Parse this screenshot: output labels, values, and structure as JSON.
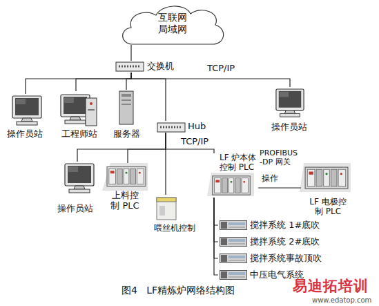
{
  "diagram": {
    "caption": "图4   LF精炼炉网络结构图",
    "nodes": [
      {
        "text": [
          "互联网 局域网"
        ]
      },
      {
        "text": [
          "交换机"
        ]
      },
      {
        "text": [
          "操作员站"
        ]
      },
      {
        "text": [
          "工程师站"
        ]
      },
      {
        "text": [
          "服务器"
        ]
      },
      {
        "text": [
          "Hub"
        ]
      },
      {
        "text": [
          "操作员站"
        ]
      },
      {
        "text": [
          "操作员站"
        ]
      },
      {
        "text": [
          "上料控 制 PLC"
        ]
      },
      {
        "text": [
          "喂丝机控制"
        ]
      },
      {
        "text": [
          "LF 炉本体 控制 PLC"
        ]
      },
      {
        "text": [
          "LF 电极控 制 PLC"
        ]
      },
      {
        "text": [
          "搅拌系统 1#底吹"
        ]
      },
      {
        "text": [
          "搅拌系统 2#底吹"
        ]
      },
      {
        "text": [
          "搅拌系统事故顶吹"
        ]
      },
      {
        "text": [
          "中压电气系统"
        ]
      }
    ],
    "edges": [
      {
        "from": 0,
        "to": 1,
        "arrow": "none"
      },
      {
        "from": 1,
        "to": 2,
        "arrow": "none"
      },
      {
        "from": 1,
        "to": 3,
        "arrow": "none"
      },
      {
        "from": 1,
        "to": 4,
        "arrow": "none"
      },
      {
        "from": 1,
        "to": 5,
        "arrow": "none"
      },
      {
        "from": 1,
        "to": 6,
        "arrow": "none"
      },
      {
        "from": 5,
        "to": 7,
        "arrow": "none"
      },
      {
        "from": 5,
        "to": 8,
        "arrow": "none"
      },
      {
        "from": 5,
        "to": 9,
        "arrow": "none"
      },
      {
        "from": 5,
        "to": 10,
        "arrow": "none"
      },
      {
        "from": 10,
        "to": 11,
        "arrow": "none"
      },
      {
        "from": 10,
        "to": 12,
        "arrow": "none"
      },
      {
        "from": 10,
        "to": 13,
        "arrow": "none"
      },
      {
        "from": 10,
        "to": 14,
        "arrow": "none"
      },
      {
        "from": 10,
        "to": 15,
        "arrow": "none"
      }
    ],
    "labels": [
      "TCP/IP",
      "TCP/IP",
      "PROFIBUS -DP 网关",
      "操作",
      "易迪拓培训",
      "www.edatop.com"
    ]
  }
}
